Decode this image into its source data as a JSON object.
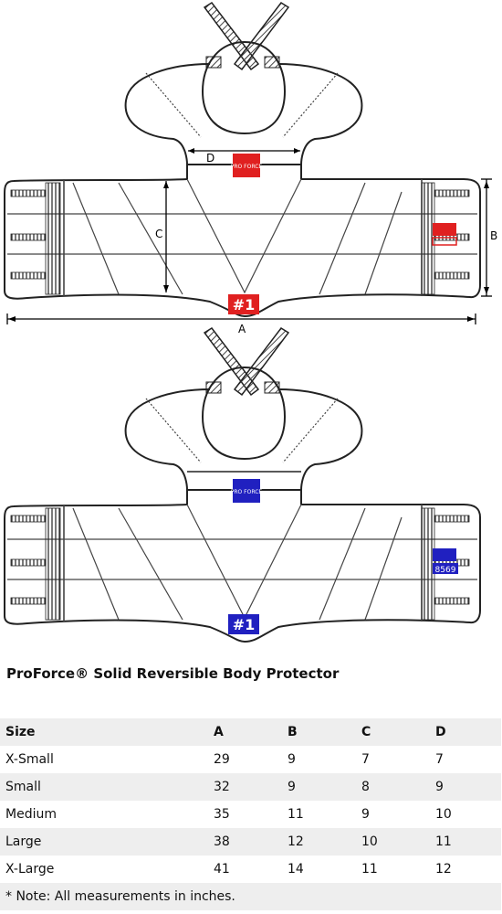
{
  "diagram": {
    "top_view": {
      "dimension_labels": {
        "a": "A",
        "b": "B",
        "c": "C",
        "d": "D"
      },
      "badge_number": "#1",
      "logo_text": "PRO FORCE",
      "brand_color": "#e02020"
    },
    "bottom_view": {
      "badge_number": "#1",
      "logo_text": "PRO FORCE",
      "tag_number": "8569",
      "brand_color": "#2020c0"
    }
  },
  "product": {
    "title": "ProForce® Solid Reversible Body Protector"
  },
  "size_table": {
    "headers": [
      "Size",
      "A",
      "B",
      "C",
      "D"
    ],
    "rows": [
      [
        "X-Small",
        "29",
        "9",
        "7",
        "7"
      ],
      [
        "Small",
        "32",
        "9",
        "8",
        "9"
      ],
      [
        "Medium",
        "35",
        "11",
        "9",
        "10"
      ],
      [
        "Large",
        "38",
        "12",
        "10",
        "11"
      ],
      [
        "X-Large",
        "41",
        "14",
        "11",
        "12"
      ]
    ],
    "note": "* Note: All measurements in inches."
  }
}
